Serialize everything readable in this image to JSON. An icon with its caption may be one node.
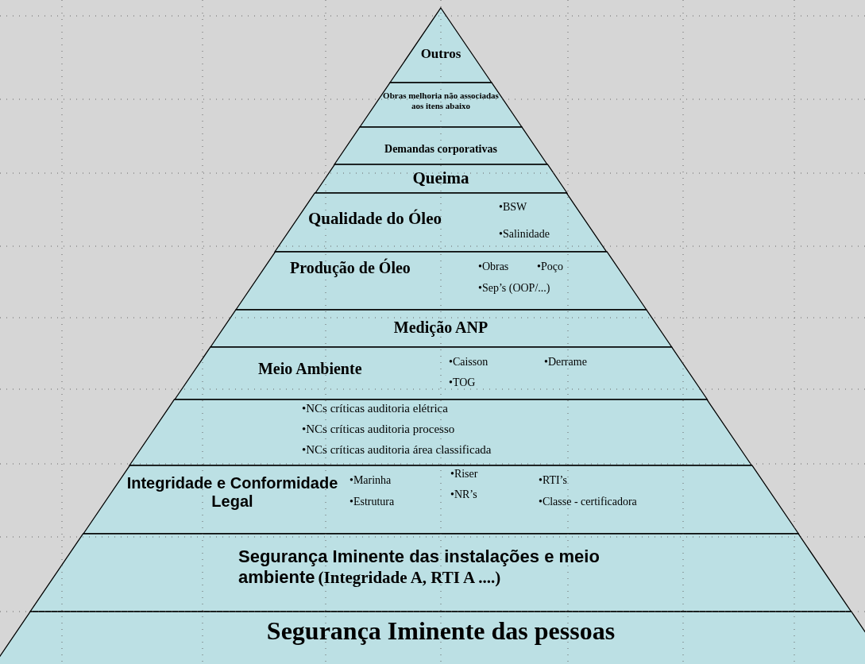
{
  "diagram": {
    "nodes": [
      {
        "text": [
          "Outros"
        ]
      },
      {
        "text": [
          "Obras melhoria não associadas aos itens abaixo"
        ]
      },
      {
        "text": [
          "Demandas corporativas"
        ]
      },
      {
        "text": [
          "Queima"
        ]
      },
      {
        "text": [
          "Qualidade do Óleo",
          "•BSW",
          "•Salinidade"
        ]
      },
      {
        "text": [
          "Produção de Óleo",
          "•Obras",
          "•Poço",
          "•Sep’s (OOP/...)"
        ]
      },
      {
        "text": [
          "Medição ANP"
        ]
      },
      {
        "text": [
          "Meio Ambiente",
          "•Caisson",
          "•Derrame",
          "•TOG"
        ]
      },
      {
        "text": [
          "•NCs críticas auditoria elétrica",
          "•NCs críticas auditoria processo",
          "•NCs críticas auditoria área classificada"
        ]
      },
      {
        "text": [
          "Integridade e Conformidade Legal",
          "•Marinha",
          "•Estrutura",
          "•Riser",
          "•NR’s",
          "•RTI’s",
          "•Classe - certificadora"
        ]
      },
      {
        "text": [
          "Segurança Iminente das instalações e meio ambiente",
          "(Integridade A, RTI A ....)"
        ]
      },
      {
        "text": [
          "Segurança Iminente das pessoas"
        ]
      }
    ]
  }
}
